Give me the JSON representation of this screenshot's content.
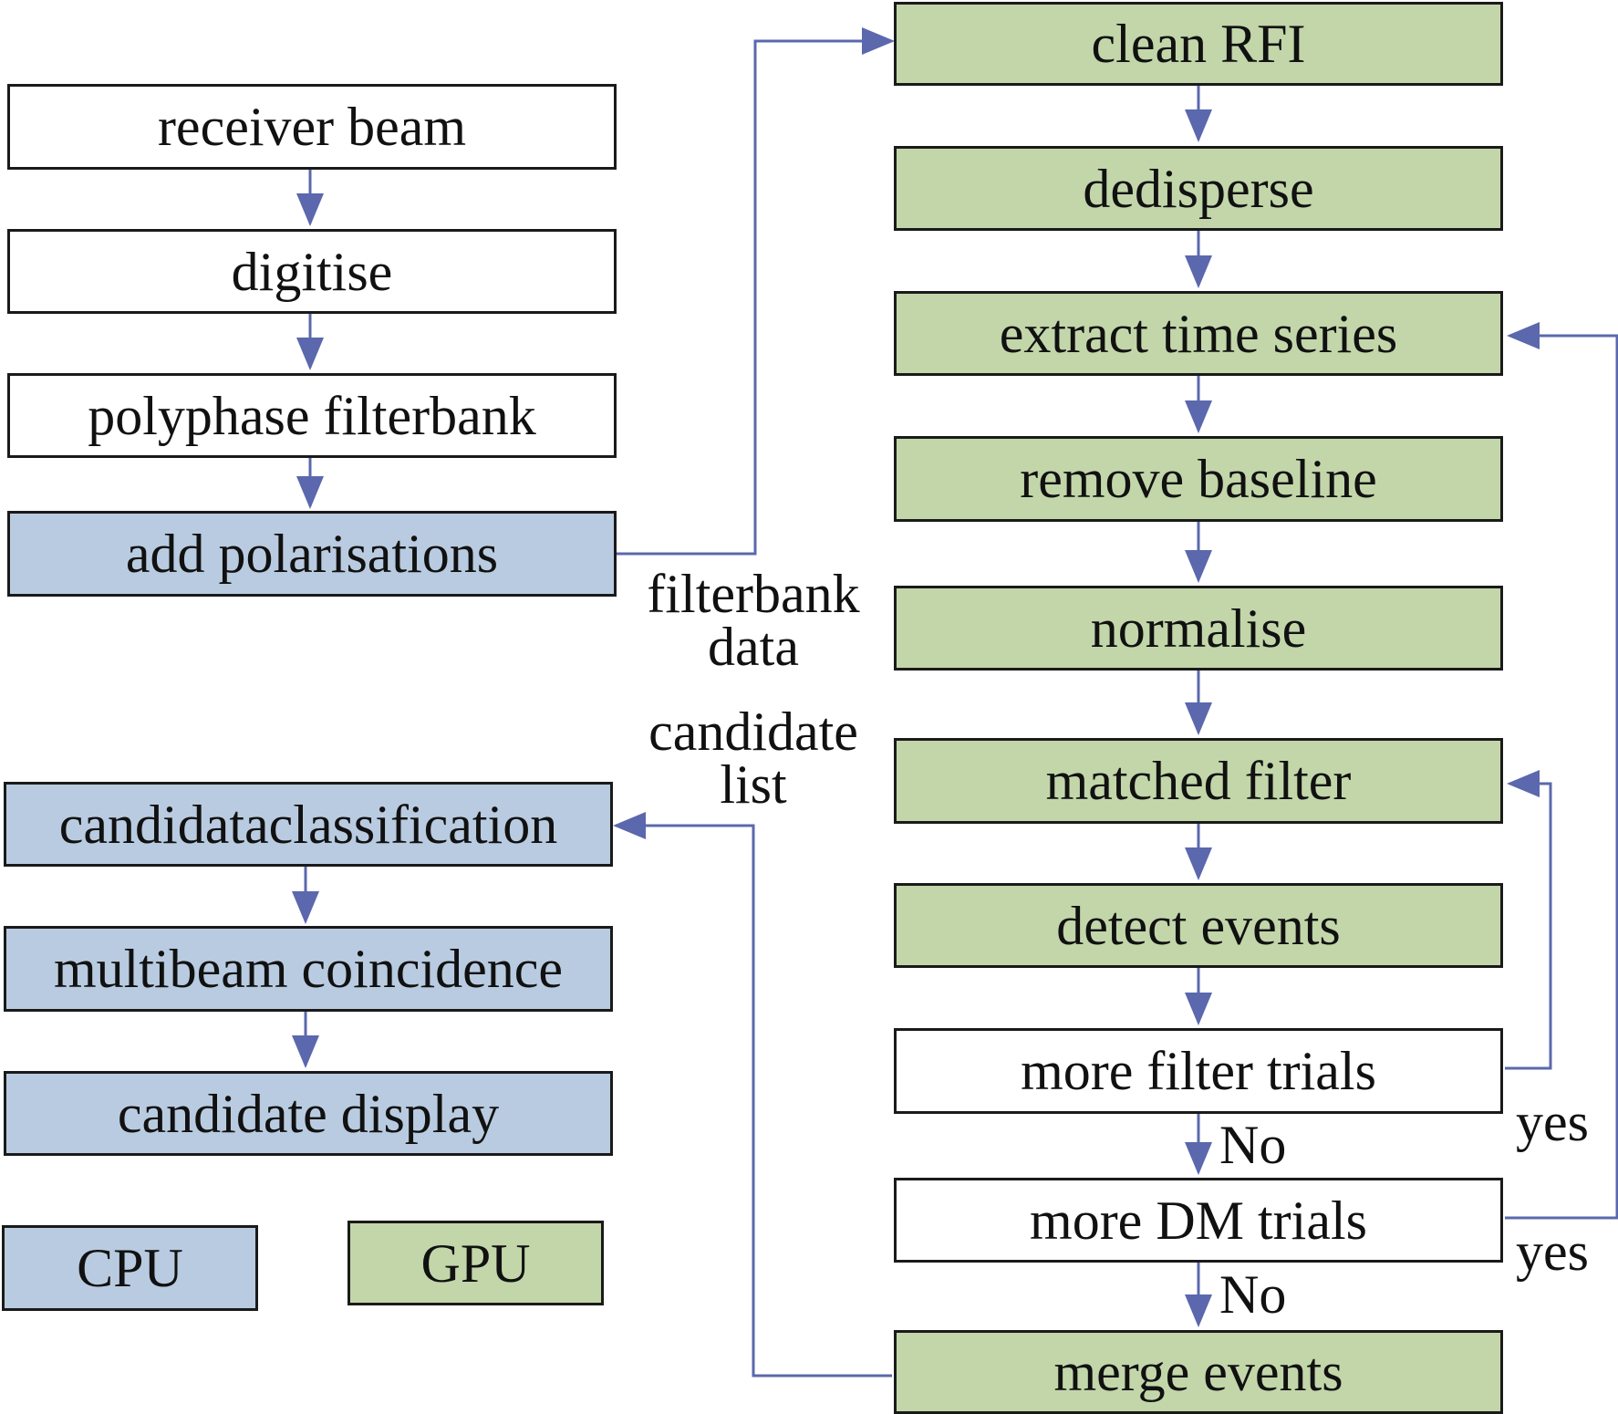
{
  "colors": {
    "cpu_fill": "#b9cbe0",
    "gpu_fill": "#c2d6aa",
    "plain_fill": "#ffffff",
    "arrow": "#5b68ad"
  },
  "left_chain": {
    "receiver_beam": "receiver beam",
    "digitise": "digitise",
    "polyphase_filterbank": "polyphase filterbank",
    "add_polarisations": "add polarisations",
    "candidate_classification": "candidataclassification",
    "multibeam_coincidence": "multibeam coincidence",
    "candidate_display": "candidate display"
  },
  "right_chain": {
    "clean_rfi": "clean RFI",
    "dedisperse": "dedisperse",
    "extract_time_series": "extract time series",
    "remove_baseline": "remove baseline",
    "normalise": "normalise",
    "matched_filter": "matched filter",
    "detect_events": "detect events",
    "more_filter_trials": "more filter trials",
    "more_dm_trials": "more DM trials",
    "merge_events": "merge events"
  },
  "connector_labels": {
    "filterbank_data_line1": "filterbank",
    "filterbank_data_line2": "data",
    "candidate_list_line1": "candidate",
    "candidate_list_line2": "list",
    "no_filter": "No",
    "yes_filter": "yes",
    "no_dm": "No",
    "yes_dm": "yes"
  },
  "legend": {
    "cpu": "CPU",
    "gpu": "GPU"
  }
}
